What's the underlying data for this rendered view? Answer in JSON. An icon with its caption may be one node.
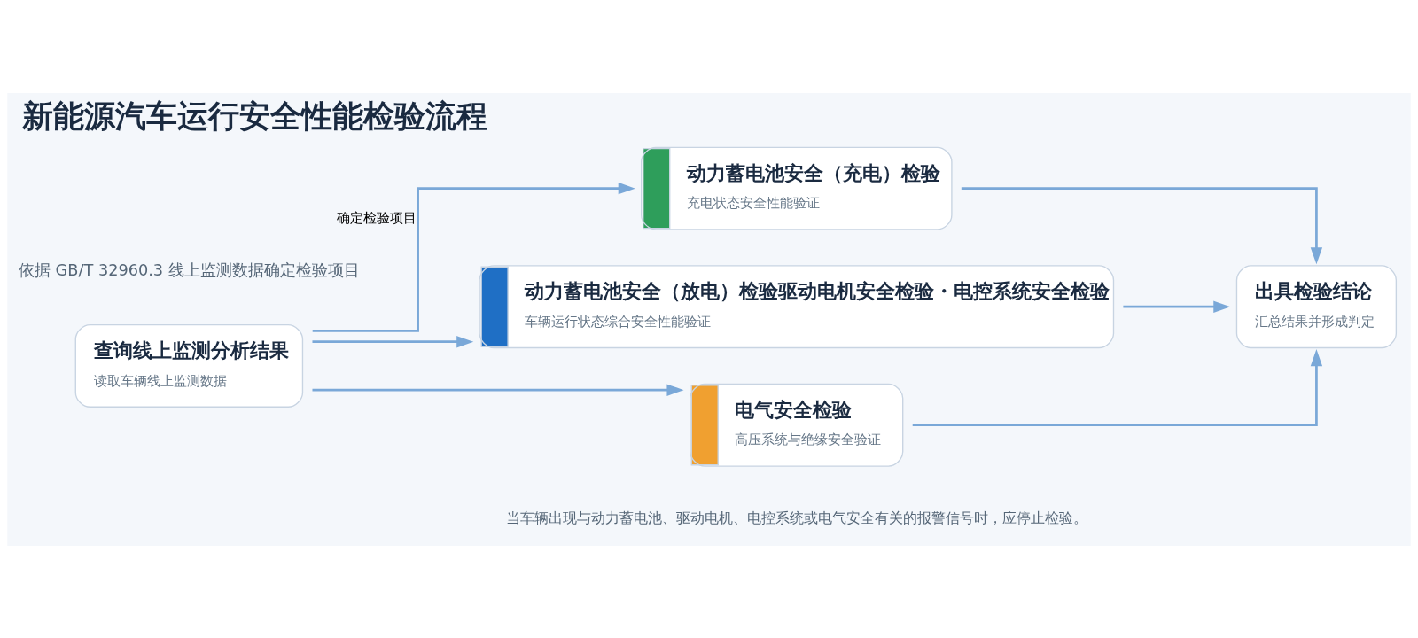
{
  "diagram": {
    "title": "新能源汽车运行安全性能检验流程",
    "nodes": [
      {
        "text": [
          "查询线上监测分析结果",
          "读取车辆线上监测数据"
        ]
      },
      {
        "text": [
          "动力蓄电池安全（充电）检验",
          "充电状态安全性能验证"
        ]
      },
      {
        "text": [
          "动力蓄电池安全（放电）检验驱动电机安全检验・电控系统安全检验",
          "车辆运行状态综合安全性能验证"
        ]
      },
      {
        "text": [
          "电气安全检验",
          "高压系统与绝缘安全验证"
        ]
      },
      {
        "text": [
          "出具检验结论",
          "汇总结果并形成判定"
        ]
      }
    ],
    "edges": [
      {
        "from": 0,
        "to": 1,
        "arrow": "to",
        "label": "确定检验项目"
      },
      {
        "from": 0,
        "to": 2,
        "arrow": "to"
      },
      {
        "from": 0,
        "to": 3,
        "arrow": "to"
      },
      {
        "from": 1,
        "to": 4,
        "arrow": "to"
      },
      {
        "from": 2,
        "to": 4,
        "arrow": "to"
      },
      {
        "from": 3,
        "to": 4,
        "arrow": "to"
      }
    ],
    "labels": [
      "依据 GB/T 32960.3 线上监测数据确定检验项目",
      "当车辆出现与动力蓄电池、驱动电机、电控系统或电气安全有关的报警信号时，应停止检验。"
    ]
  }
}
